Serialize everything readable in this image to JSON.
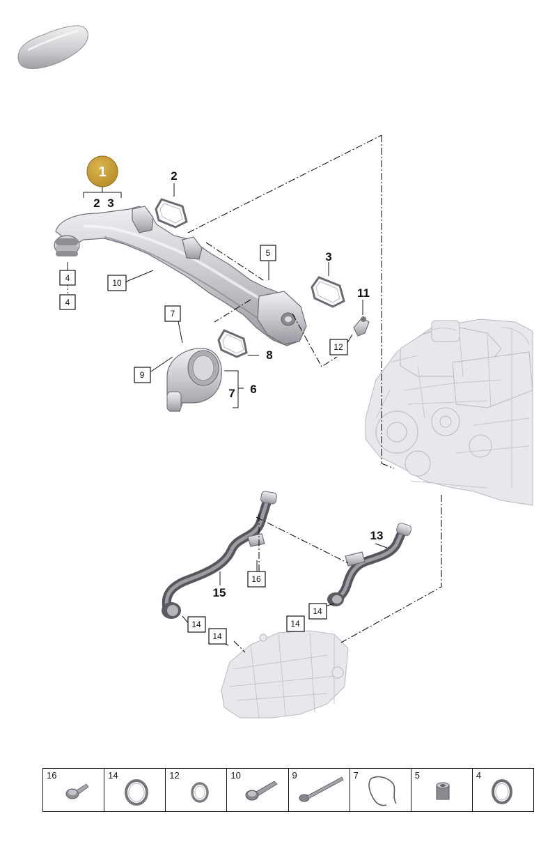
{
  "assembly": {
    "badge_number": "1",
    "badge_color": "#c9a23a",
    "bracket_items": [
      "2",
      "3"
    ]
  },
  "callouts": {
    "bold": [
      "2",
      "3",
      "11",
      "8",
      "7",
      "6",
      "13",
      "15"
    ],
    "boxed": [
      "5",
      "10",
      "4",
      "4",
      "7",
      "12",
      "9",
      "16",
      "14",
      "14",
      "14",
      "14"
    ]
  },
  "parts_table": [
    {
      "number": "16",
      "icon": "bolt-short-icon"
    },
    {
      "number": "14",
      "icon": "seal-ring-icon"
    },
    {
      "number": "12",
      "icon": "seal-ring-small-icon"
    },
    {
      "number": "10",
      "icon": "flange-bolt-icon"
    },
    {
      "number": "9",
      "icon": "long-bolt-icon"
    },
    {
      "number": "7",
      "icon": "wire-clip-icon"
    },
    {
      "number": "5",
      "icon": "sleeve-nut-icon"
    },
    {
      "number": "4",
      "icon": "o-ring-icon"
    }
  ]
}
